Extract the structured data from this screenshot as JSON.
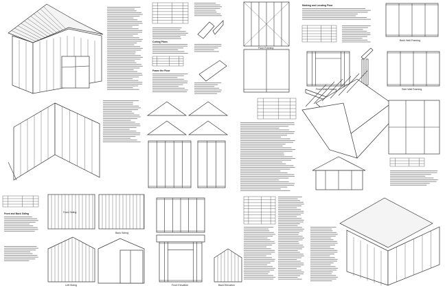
{
  "document": {
    "captions": {
      "floor_framing": "Floor Framing",
      "front_wall_framing": "Front Wall Framing",
      "back_wall_framing": "Back Wall Framing",
      "side_wall_framing": "Side Wall Framing",
      "front_siding": "Front Siding",
      "back_siding": "Back Siding",
      "left_siding": "Left Siding",
      "front_elevation": "Front Elevation",
      "back_elevation": "Back Elevation"
    },
    "headings": {
      "cutting_plans": "Cutting Plans",
      "frame_floor": "Frame the Floor",
      "marking_floor": "Marking and Locating Floor",
      "front_back_siding": "Front and Back Siding"
    }
  }
}
